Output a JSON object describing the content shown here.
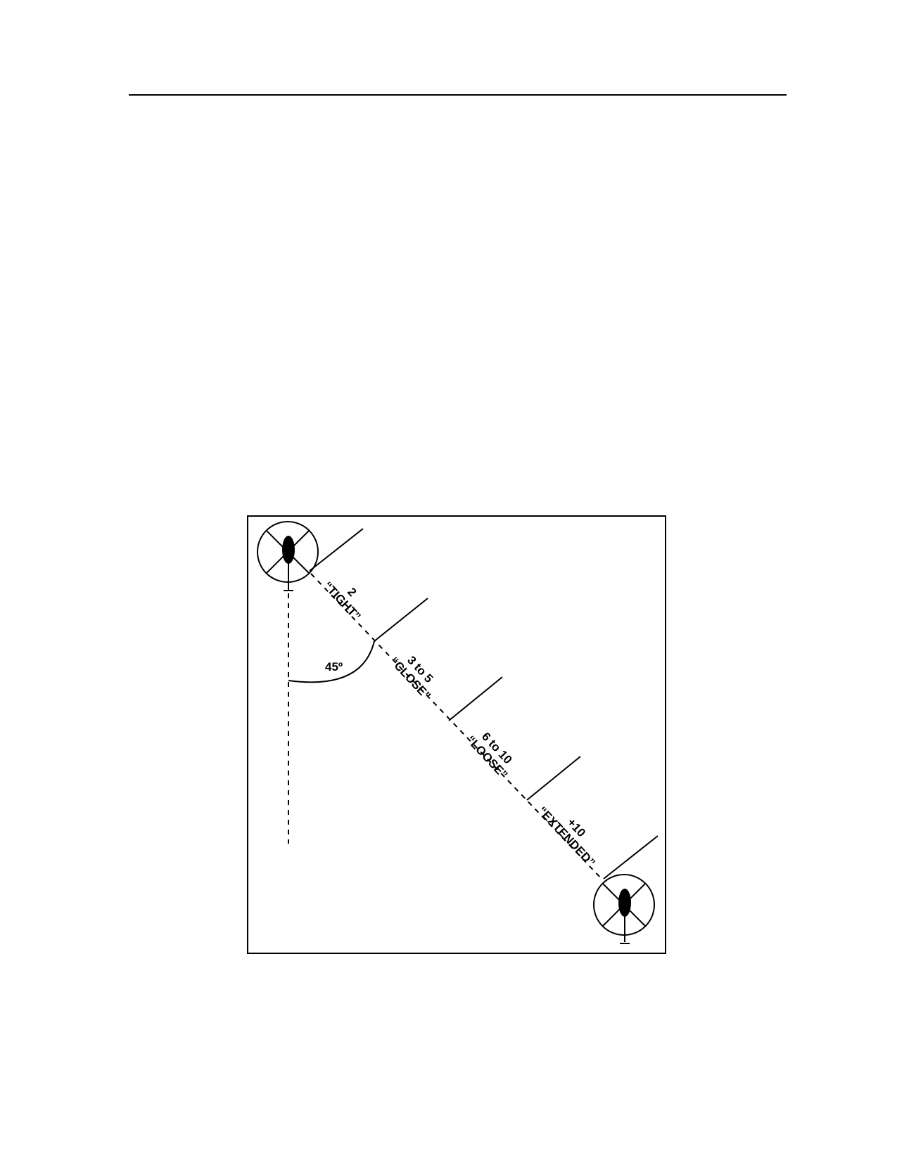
{
  "diagram": {
    "angle_label": "45º",
    "zones": [
      {
        "range": "2",
        "name": "“TIGHT”"
      },
      {
        "range": "3 to 5",
        "name": "“CLOSE”"
      },
      {
        "range": "6 to 10",
        "name": "“LOOSE”"
      },
      {
        "range": "+10",
        "name": "“EXTENDED”"
      }
    ],
    "colors": {
      "stroke": "#000000",
      "background": "#ffffff"
    },
    "icons": [
      "helicopter-lead-icon",
      "helicopter-wing-icon"
    ]
  }
}
